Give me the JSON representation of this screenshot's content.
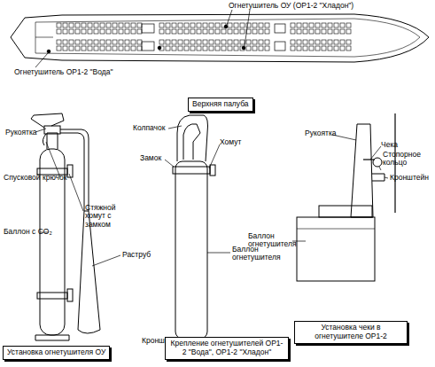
{
  "diagram": {
    "nodes": [
      {
        "text": [
          "Верхняя палуба"
        ]
      },
      {
        "text": [
          "Установка огнетушителя ОУ"
        ]
      },
      {
        "text": [
          "Крепление огнетушителей ОР1-2 \"Вода\", ОР1-2 \"Хладон\""
        ]
      },
      {
        "text": [
          "Установка чеки в огнетушителе ОР1-2"
        ]
      }
    ],
    "labels": [
      "Огнетушитель ОУ (ОР1-2 \"Хладон\")",
      "Огнетушитель ОР1-2 \"Вода\"",
      "Рукоятка",
      "Спусковой крючок",
      "Баллон с CO₂",
      "Стяжной хомут с замком",
      "Раструб",
      "Колпачок",
      "Хомут",
      "Замок",
      "Баллон огнетушителя",
      "Кронштейн",
      "Рукоятка",
      "Чека",
      "Стопорное кольцо",
      "Кронштейн",
      "Баллон огнетушителя"
    ]
  }
}
